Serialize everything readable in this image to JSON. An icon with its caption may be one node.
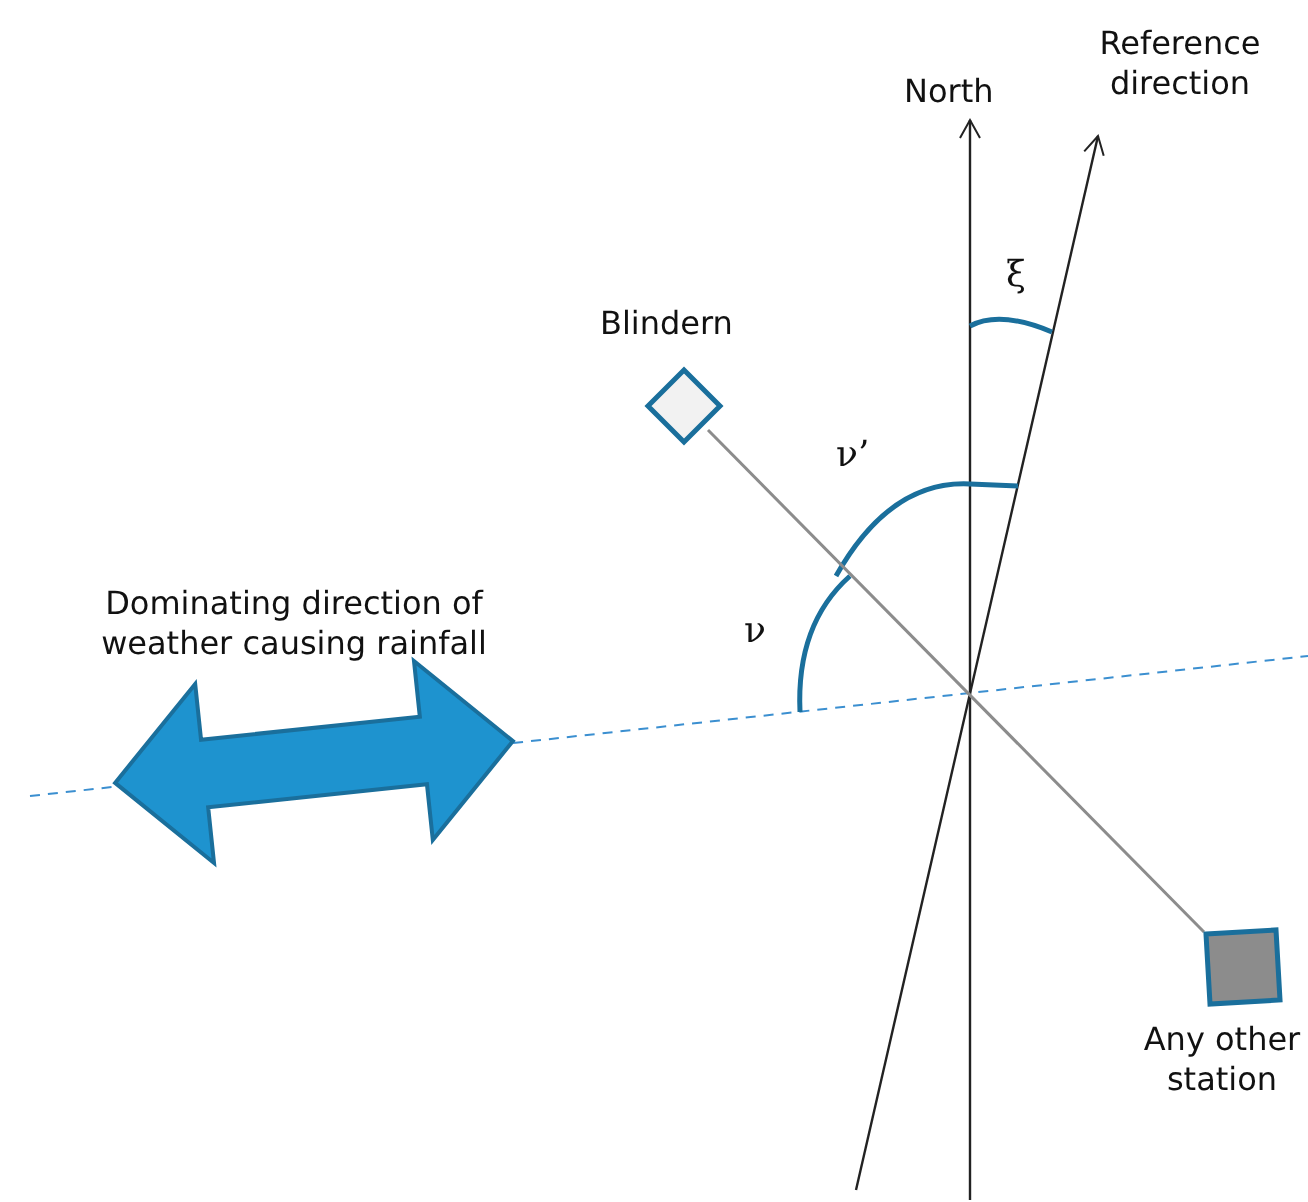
{
  "diagram": {
    "nodes": [
      {
        "text": [
          "Blindern"
        ]
      },
      {
        "text": [
          "Any other station"
        ]
      }
    ],
    "edges": [
      {
        "from": 0,
        "to": 1,
        "arrow": "none",
        "color": "#8c8c8c"
      }
    ],
    "labels": [
      "Reference direction",
      "North",
      "ξ",
      "ν’",
      "ν",
      "Dominating direction of weather causing rainfall"
    ]
  }
}
